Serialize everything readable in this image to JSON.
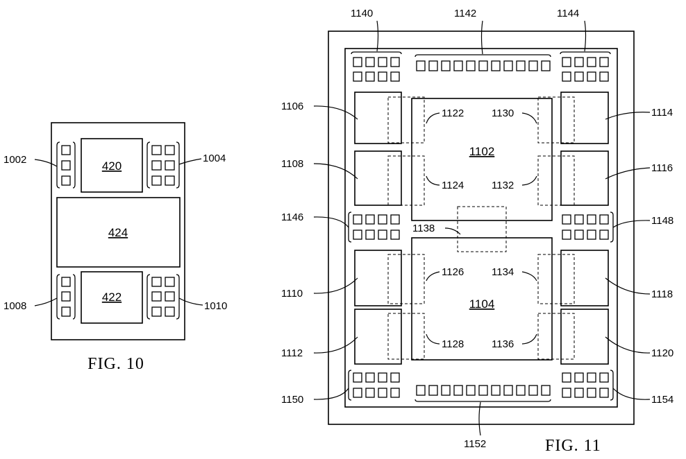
{
  "fig10": {
    "caption": "FIG. 10",
    "die_top": "420",
    "die_bottom": "422",
    "interconnect": "424",
    "left_top_pads": "1002",
    "right_top_pads": "1004",
    "left_bottom_pads": "1008",
    "right_bottom_pads": "1010"
  },
  "fig11": {
    "caption": "FIG. 11",
    "die_top": "1102",
    "die_bottom": "1104",
    "mem_left": [
      "1106",
      "1108",
      "1110",
      "1112"
    ],
    "mem_right": [
      "1114",
      "1116",
      "1118",
      "1120"
    ],
    "phy_left": [
      "1122",
      "1124",
      "1126",
      "1128"
    ],
    "phy_right": [
      "1130",
      "1132",
      "1134",
      "1136"
    ],
    "bridge": "1138",
    "pads_top": [
      "1140",
      "1142",
      "1144"
    ],
    "pads_mid": [
      "1146",
      "1148"
    ],
    "pads_bottom": [
      "1150",
      "1152",
      "1154"
    ]
  }
}
